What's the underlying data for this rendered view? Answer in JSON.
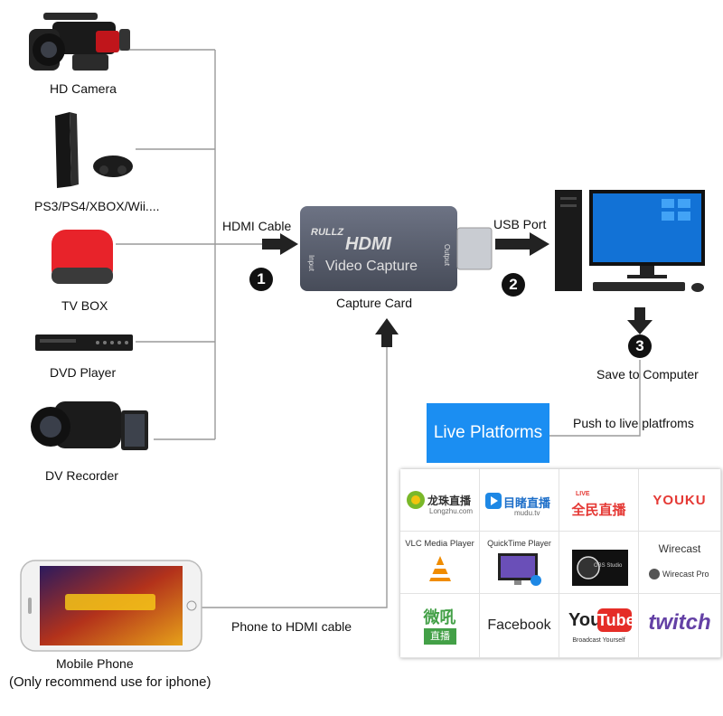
{
  "devices": {
    "hd_camera": "HD Camera",
    "consoles": "PS3/PS4/XBOX/Wii....",
    "tv_box": "TV BOX",
    "dvd_player": "DVD Player",
    "dv_recorder": "DV Recorder",
    "mobile_phone": "Mobile Phone",
    "mobile_note": "(Only recommend use for iphone)"
  },
  "connections": {
    "hdmi_cable": "HDMI Cable",
    "usb_port": "USB Port",
    "phone_to_hdmi": "Phone to HDMI cable",
    "push_live": "Push to live platfroms",
    "save": "Save to Computer"
  },
  "capture_card": {
    "caption": "Capture Card",
    "brand": "RULLZ",
    "hdmi_logo": "HDMI",
    "product": "Video Capture",
    "input": "Input",
    "output": "Output"
  },
  "steps": [
    "1",
    "2",
    "3"
  ],
  "live_platforms": {
    "title": "Live Platforms",
    "logos": {
      "longzhu": "龙珠直播",
      "longzhu_url": "Longzhu.com",
      "mudu": "目睹直播",
      "mudu_url": "mudu.tv",
      "quanmin_small": "LIVE",
      "quanmin": "全民直播",
      "youku": "YOUKU",
      "vlc": "VLC Media Player",
      "quicktime": "QuickTime Player",
      "obs": "OBS Studio",
      "wirecast": "Wirecast",
      "wirecast_pro": "Wirecast Pro",
      "weibo": "微吼",
      "weibo_sub": "直播",
      "facebook": "Facebook",
      "youtube_you": "You",
      "youtube_tube": "Tube",
      "youtube_sub": "Broadcast Yourself",
      "twitch": "twitch"
    }
  },
  "colors": {
    "live_box": "#1b8ef2",
    "arrow": "#222222",
    "line": "#9a9a9a",
    "card": "#5a6070"
  }
}
